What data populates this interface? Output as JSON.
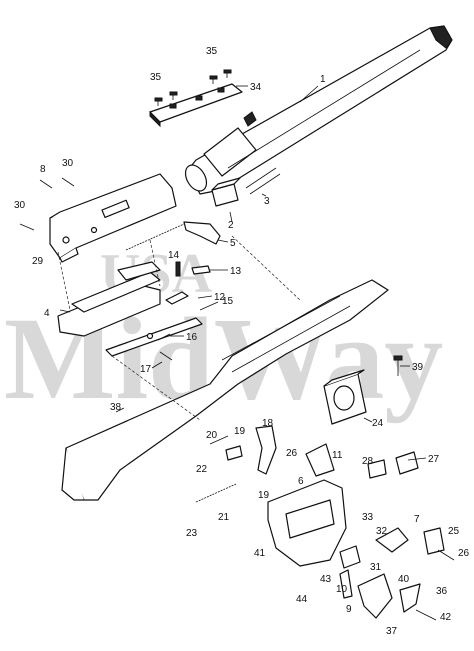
{
  "watermark": {
    "line1": "USA",
    "line2": "MidWay"
  },
  "callouts": [
    "1",
    "2",
    "3",
    "4",
    "5",
    "8",
    "12",
    "13",
    "14",
    "15",
    "16",
    "17",
    "18",
    "19",
    "20",
    "21",
    "22",
    "23",
    "24",
    "25",
    "26",
    "27",
    "28",
    "29",
    "30",
    "31",
    "32",
    "33",
    "34",
    "35",
    "36",
    "37",
    "38",
    "39",
    "40",
    "41",
    "42",
    "43",
    "44"
  ],
  "repeated_callouts": {
    "c30b": "30",
    "c35b": "35",
    "c6": "6",
    "c7": "7",
    "c9": "9",
    "c10": "10",
    "c11": "11",
    "c19b": "19",
    "c26b": "26"
  },
  "colors": {
    "line": "#111111",
    "watermark": "#d8d8d8",
    "background": "#ffffff"
  }
}
